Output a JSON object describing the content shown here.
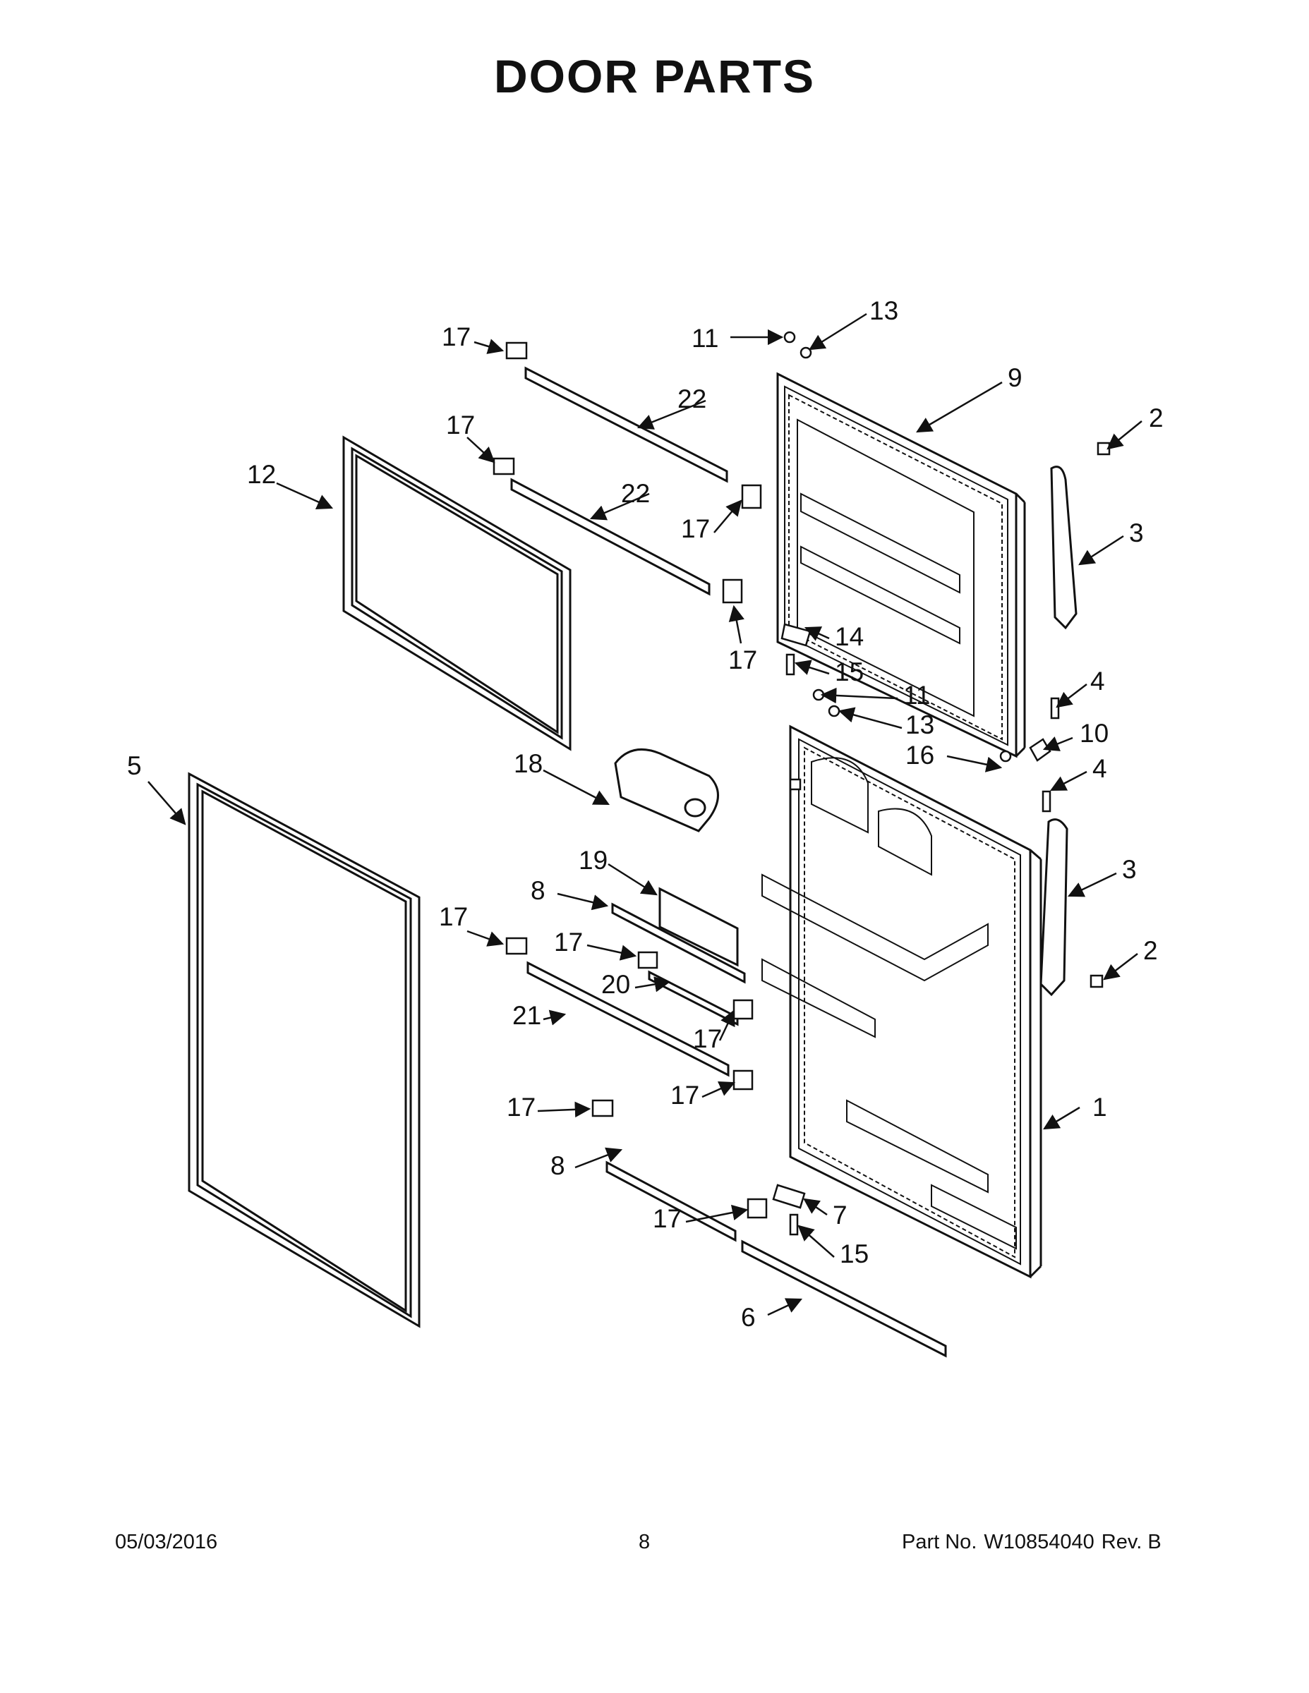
{
  "title": "DOOR PARTS",
  "footer": {
    "date": "05/03/2016",
    "page": "8",
    "part_label": "Part No.",
    "part_number": "W10854040",
    "revision": "Rev. B"
  },
  "callouts": {
    "c1": "1",
    "c2a": "2",
    "c2b": "2",
    "c3a": "3",
    "c3b": "3",
    "c4a": "4",
    "c4b": "4",
    "c5": "5",
    "c6": "6",
    "c7": "7",
    "c8a": "8",
    "c8b": "8",
    "c9": "9",
    "c10": "10",
    "c11a": "11",
    "c11b": "11",
    "c12": "12",
    "c13a": "13",
    "c13b": "13",
    "c14": "14",
    "c15a": "15",
    "c15b": "15",
    "c16": "16",
    "c17a": "17",
    "c17b": "17",
    "c17c": "17",
    "c17d": "17",
    "c17e": "17",
    "c17f": "17",
    "c17g": "17",
    "c17h": "17",
    "c17i": "17",
    "c17j": "17",
    "c18": "18",
    "c19": "19",
    "c20": "20",
    "c21": "21",
    "c22a": "22",
    "c22b": "22"
  }
}
